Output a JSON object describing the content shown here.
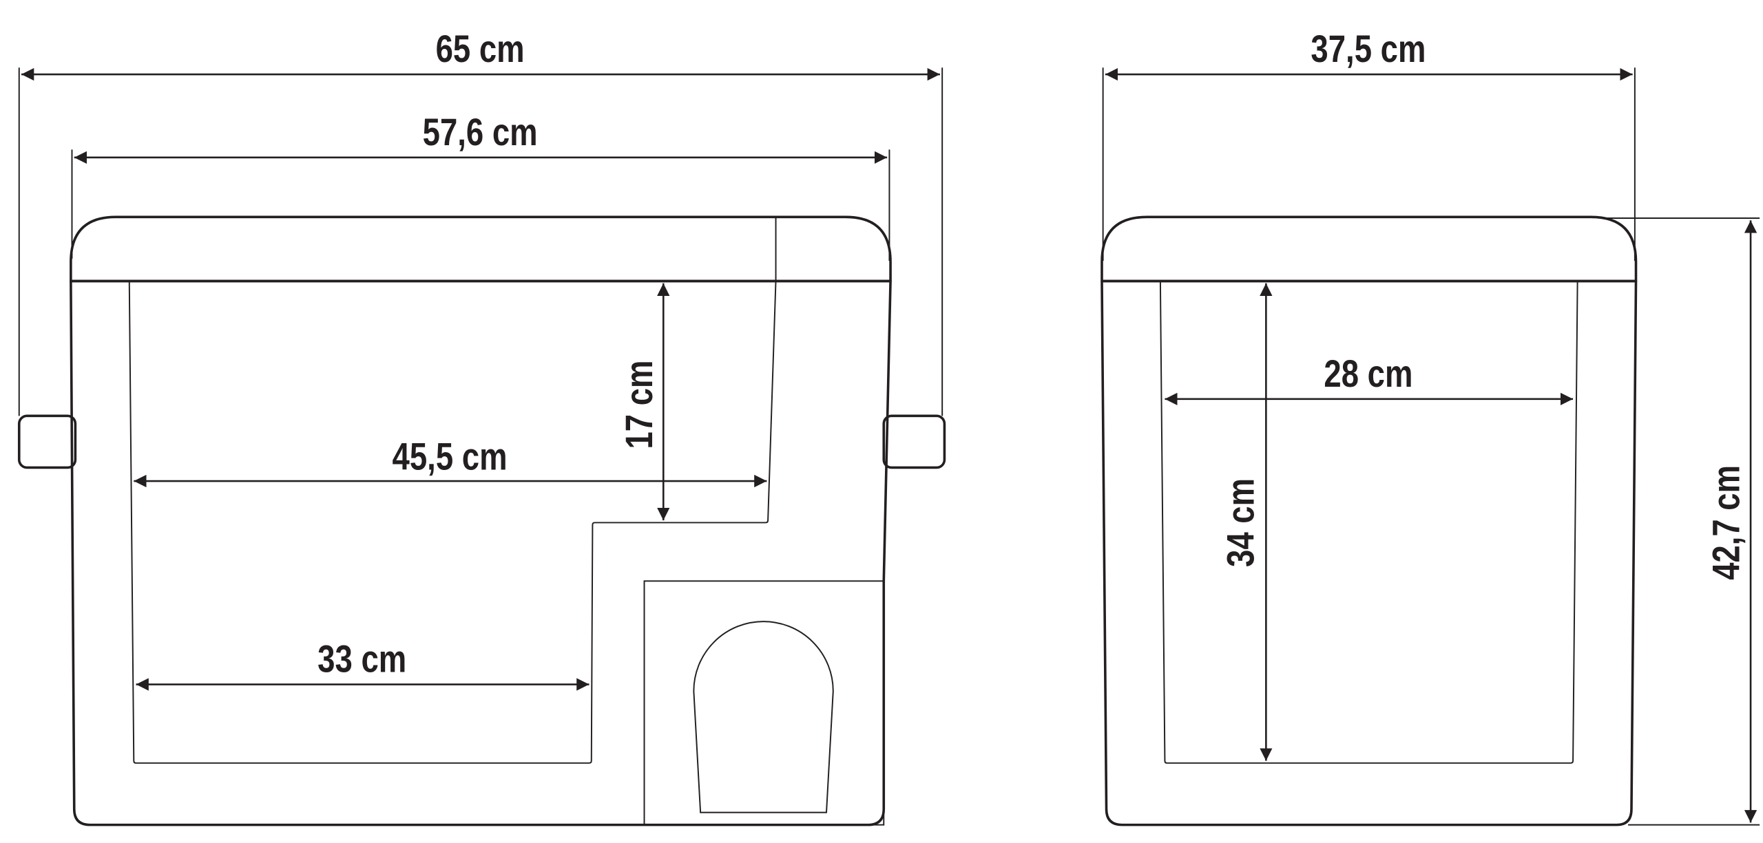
{
  "colors": {
    "line": "#231f20",
    "insulation": "#d1d2d4",
    "background": "#ffffff"
  },
  "front_view": {
    "total_width": "65 cm",
    "lid_width": "57,6 cm",
    "inner_upper_width": "45,5 cm",
    "step_depth": "17 cm",
    "inner_lower_width": "33 cm"
  },
  "side_view": {
    "total_depth": "37,5 cm",
    "inner_depth": "28 cm",
    "inner_height": "34 cm",
    "total_height": "42,7 cm"
  }
}
